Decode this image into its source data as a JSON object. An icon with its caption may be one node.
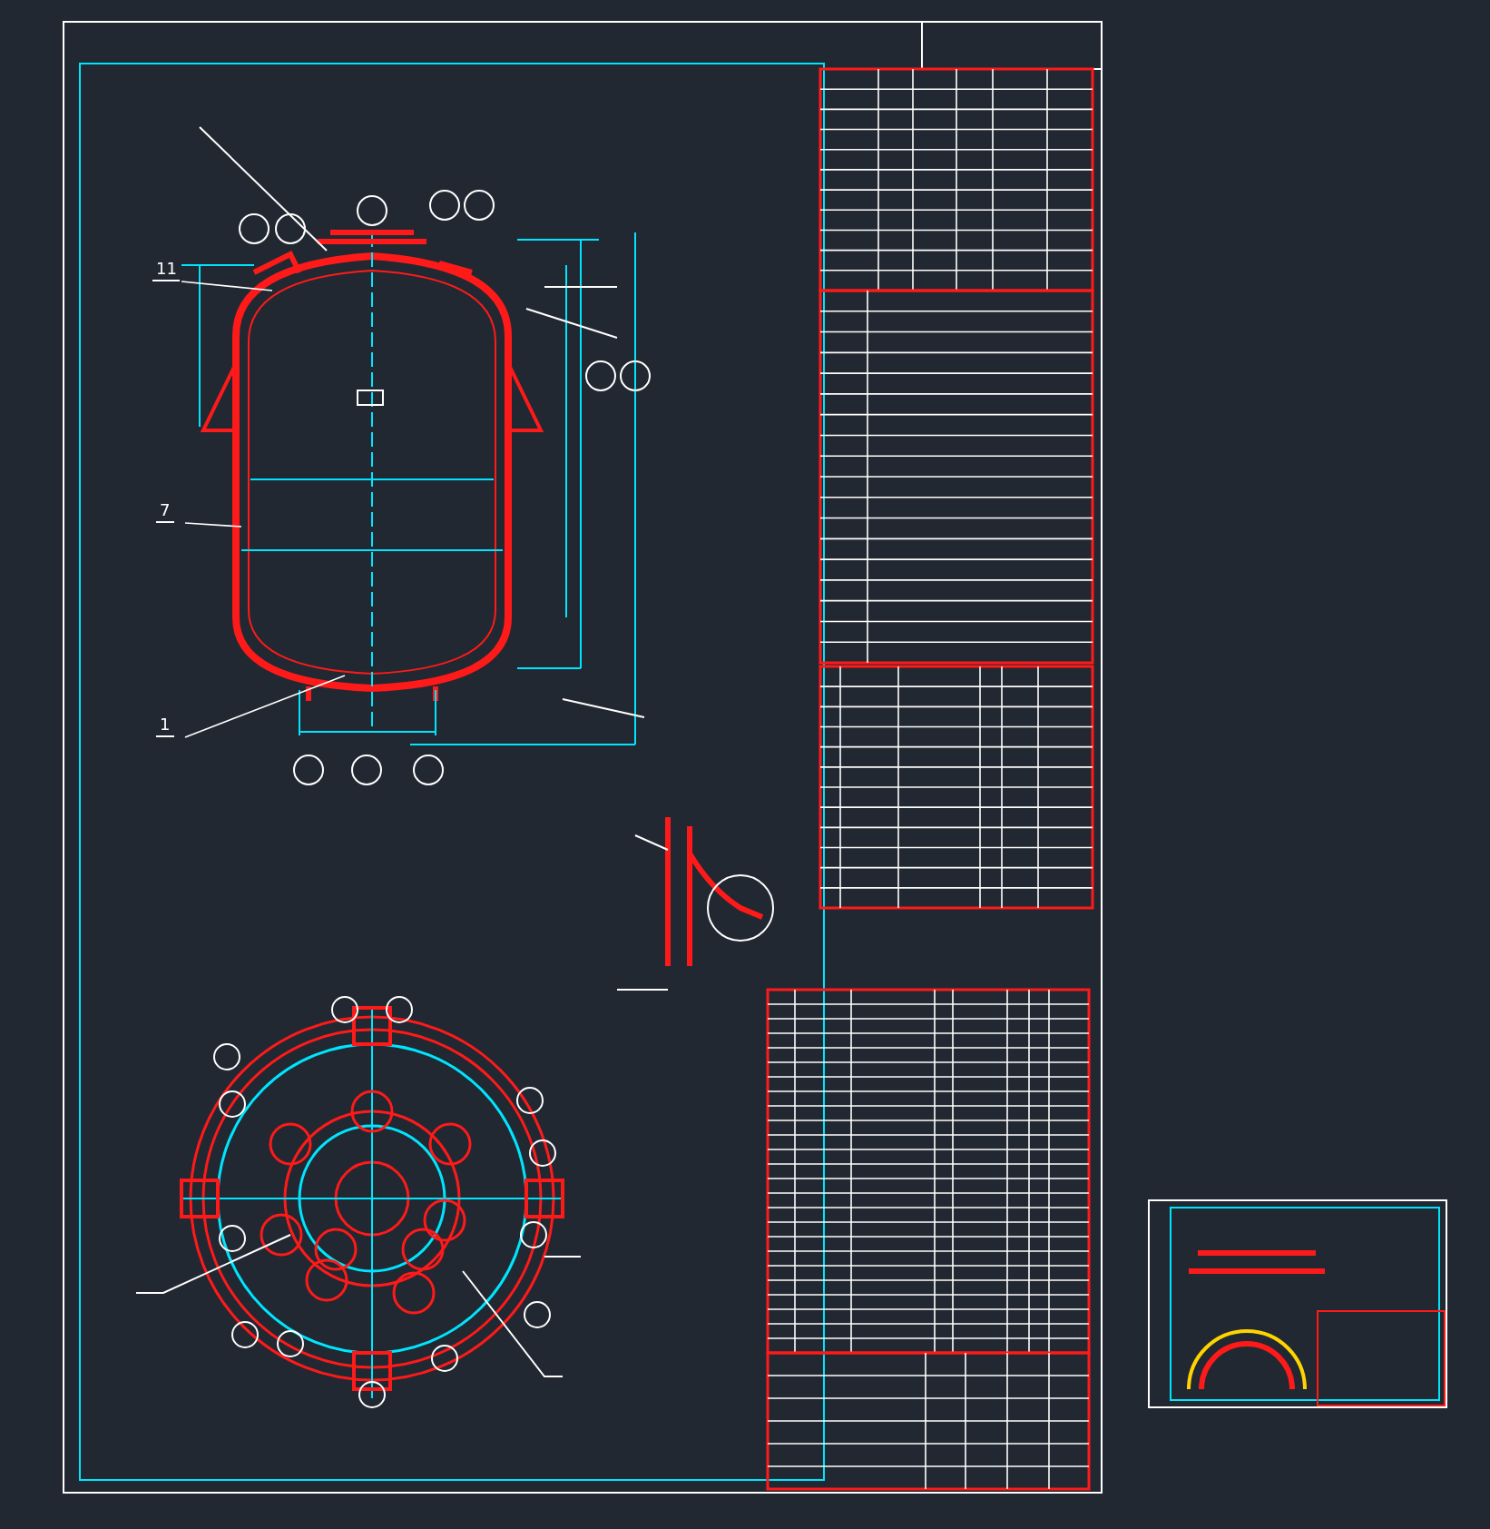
{
  "diagram": {
    "nodes": [
      {
        "text": [
          "11"
        ]
      },
      {
        "text": [
          "7"
        ]
      },
      {
        "text": [
          "1"
        ]
      }
    ],
    "edges": [
      {
        "from": 0,
        "to": null,
        "arrow": "none"
      },
      {
        "from": 1,
        "to": null,
        "arrow": "none"
      },
      {
        "from": 2,
        "to": null,
        "arrow": "none"
      }
    ]
  }
}
